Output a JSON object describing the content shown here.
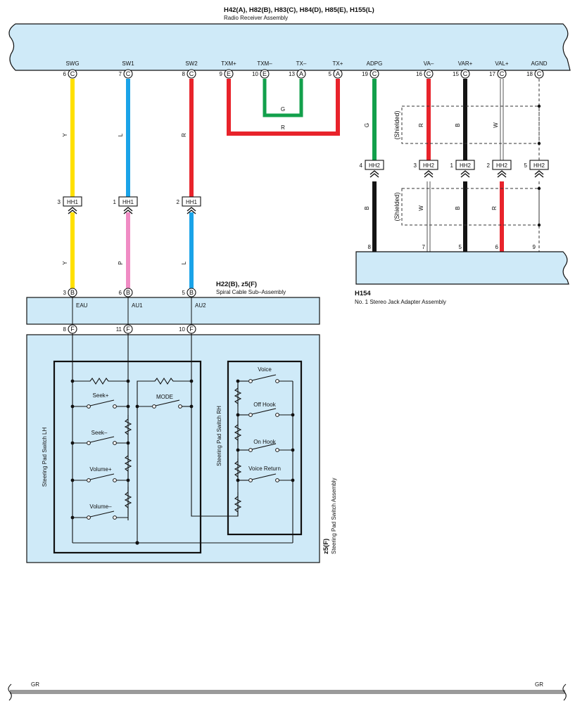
{
  "radio": {
    "connectors": "H42(A), H82(B), H83(C), H84(D), H85(E), H155(L)",
    "name": "Radio Receiver Assembly",
    "pins": [
      {
        "label": "SWG",
        "num": "6",
        "conn": "C"
      },
      {
        "label": "SW1",
        "num": "7",
        "conn": "C"
      },
      {
        "label": "SW2",
        "num": "8",
        "conn": "C"
      },
      {
        "label": "TXM+",
        "num": "9",
        "conn": "E"
      },
      {
        "label": "TXM–",
        "num": "10",
        "conn": "E"
      },
      {
        "label": "TX–",
        "num": "13",
        "conn": "A"
      },
      {
        "label": "TX+",
        "num": "5",
        "conn": "A"
      },
      {
        "label": "ADPG",
        "num": "19",
        "conn": "C"
      },
      {
        "label": "VA–",
        "num": "16",
        "conn": "C"
      },
      {
        "label": "VAR+",
        "num": "15",
        "conn": "C"
      },
      {
        "label": "VAL+",
        "num": "17",
        "conn": "C"
      },
      {
        "label": "AGND",
        "num": "18",
        "conn": "C"
      }
    ]
  },
  "wires": {
    "swg_upper": "Y",
    "sw1_upper": "L",
    "sw2_upper": "R",
    "swg_lower": "Y",
    "sw1_lower": "P",
    "sw2_lower": "L",
    "tx_minus": "G",
    "tx_plus": "R",
    "adpg_upper": "G",
    "va_upper": "R",
    "var_upper": "B",
    "val_upper": "W",
    "adpg_lower": "B",
    "va_lower": "W",
    "var_lower": "B",
    "val_lower": "R"
  },
  "shielded_label": "(Shielded)",
  "jc_hh1": {
    "name": "HH1",
    "pins": [
      {
        "num": "3"
      },
      {
        "num": "1"
      },
      {
        "num": "2"
      }
    ]
  },
  "jc_hh2": {
    "name": "HH2",
    "pins": [
      {
        "num": "4"
      },
      {
        "num": "3"
      },
      {
        "num": "1"
      },
      {
        "num": "2"
      },
      {
        "num": "5"
      }
    ]
  },
  "jack": {
    "connector": "H154",
    "name": "No. 1 Stereo Jack Adapter Assembly",
    "pins": [
      "8",
      "7",
      "5",
      "6",
      "9"
    ]
  },
  "spiral": {
    "connectors": "H22(B), z5(F)",
    "name": "Spiral Cable Sub–Assembly",
    "top_pins": [
      {
        "num": "3",
        "conn": "B"
      },
      {
        "num": "6",
        "conn": "B"
      },
      {
        "num": "5",
        "conn": "B"
      }
    ],
    "labels": [
      "EAU",
      "AU1",
      "AU2"
    ],
    "bottom_pins": [
      {
        "num": "8",
        "conn": "F"
      },
      {
        "num": "11",
        "conn": "F"
      },
      {
        "num": "10",
        "conn": "F"
      }
    ]
  },
  "steering": {
    "lh_label": "Steering Pad Switch LH",
    "rh_label": "Steering Pad Switch RH",
    "lh_switches": [
      "Seek+",
      "Seek–",
      "Volume+",
      "Volume–"
    ],
    "mode": "MODE",
    "rh_switches": [
      "Voice",
      "Off Hook",
      "On Hook",
      "Voice Return"
    ],
    "assembly_connector": "z5(F)",
    "assembly_name": "Steering Pad Switch Assembly"
  },
  "ground_bus": {
    "left": "GR",
    "right": "GR"
  },
  "colors": {
    "Y": "#ffe000",
    "L": "#1aa3e8",
    "R": "#e8232b",
    "G": "#12a04b",
    "B": "#141414",
    "P": "#f08cc4",
    "W": "#ffffff",
    "GR": "#9a9a9a",
    "box_fill": "#cfeaf8"
  }
}
